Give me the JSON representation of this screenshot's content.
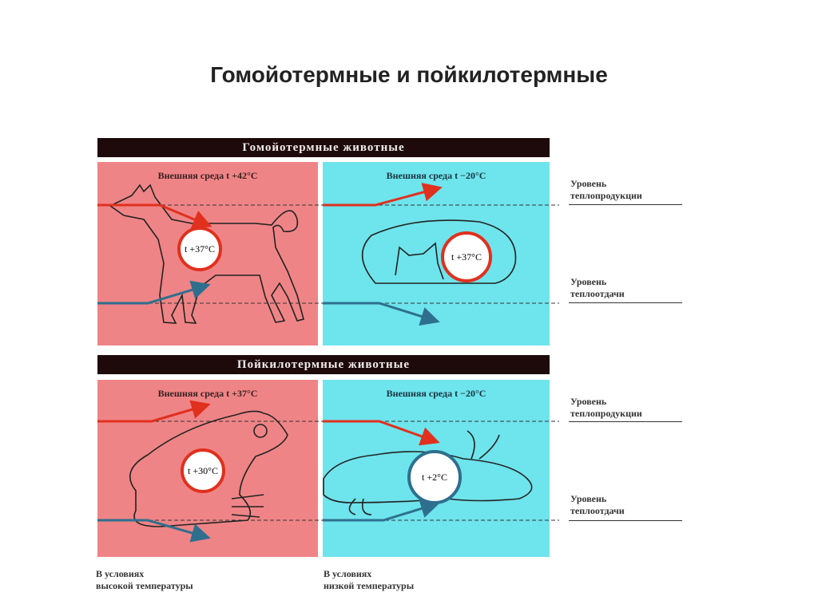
{
  "title": "Гомойотермные и пойкилотермные",
  "sections": [
    {
      "header": "Гомойотермные животные",
      "hot": {
        "env": "Внешняя среда  t +42°C",
        "body_temp": "t +37°C",
        "animal": "dog-standing"
      },
      "cold": {
        "env": "Внешняя среда  t −20°C",
        "body_temp": "t +37°C",
        "animal": "dog-curled"
      },
      "labels": {
        "production": [
          "Уровень",
          "теплопродукции"
        ],
        "loss": [
          "Уровень",
          "теплоотдачи"
        ]
      }
    },
    {
      "header": "Пойкилотермные животные",
      "hot": {
        "env": "Внешняя среда  t +37°C",
        "body_temp": "t +30°C",
        "animal": "frog-sitting"
      },
      "cold": {
        "env": "Внешняя среда  t −20°C",
        "body_temp": "t +2°C",
        "animal": "frog-lying"
      },
      "labels": {
        "production": [
          "Уровень",
          "теплопродукции"
        ],
        "loss": [
          "Уровень",
          "теплоотдачи"
        ]
      }
    }
  ],
  "footer": {
    "hot": [
      "В условиях",
      "высокой температуры"
    ],
    "cold": [
      "В условиях",
      "низкой температуры"
    ]
  },
  "colors": {
    "hot": "#ef8486",
    "cold": "#6ee4ec",
    "header": "#1e0a0a",
    "red_arrow": "#e0301e",
    "blue_arrow": "#2e6f8e"
  }
}
